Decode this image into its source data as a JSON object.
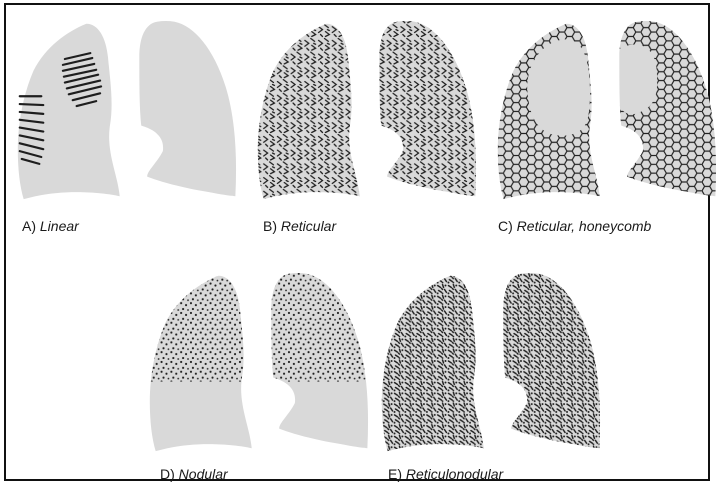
{
  "colors": {
    "lung_fill": "#d9d9d9",
    "pattern_ink": "#1e1e1e",
    "frame": "#111111",
    "background": "#ffffff"
  },
  "panels": [
    {
      "id": "A",
      "letter": "A)",
      "name": "Linear",
      "pattern": "linear"
    },
    {
      "id": "B",
      "letter": "B)",
      "name": "Reticular",
      "pattern": "reticular"
    },
    {
      "id": "C",
      "letter": "C)",
      "name": "Reticular, honeycomb",
      "pattern": "honeycomb"
    },
    {
      "id": "D",
      "letter": "D)",
      "name": "Nodular",
      "pattern": "nodular"
    },
    {
      "id": "E",
      "letter": "E)",
      "name": "Reticulonodular",
      "pattern": "reticulonodular"
    }
  ]
}
